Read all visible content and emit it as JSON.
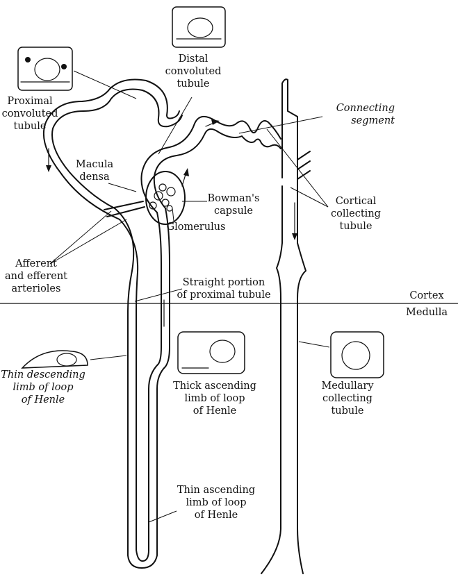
{
  "diagram": {
    "labels": {
      "distal": "Distal\nconvoluted\ntubule",
      "proximal": "Proximal\nconvoluted\ntubule",
      "connecting": "Connecting\nsegment",
      "macula": "Macula\ndensa",
      "bowman": "Bowman's\ncapsule",
      "cortical": "Cortical\ncollecting\ntubule",
      "glomerulus": "Glomerulus",
      "arterioles": "Afferent\nand efferent\narterioles",
      "straight": "Straight portion\nof proximal tubule",
      "cortex": "Cortex",
      "medulla": "Medulla",
      "thin_desc": "Thin descending\nlimb of loop\nof Henle",
      "thick_asc": "Thick ascending\nlimb of loop\nof Henle",
      "medullary": "Medullary\ncollecting\ntubule",
      "thin_asc": "Thin ascending\nlimb of loop\nof Henle"
    }
  }
}
